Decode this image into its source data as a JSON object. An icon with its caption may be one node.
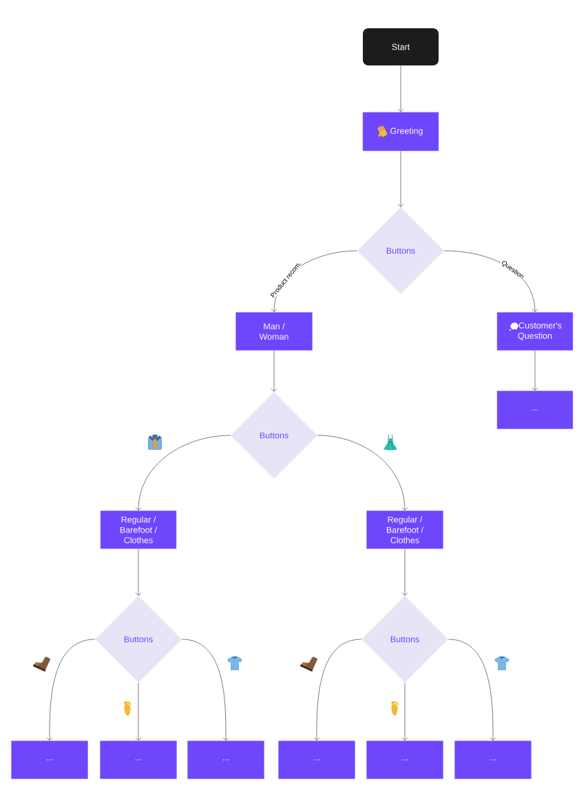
{
  "diagram": {
    "nodes": [
      {
        "text": [
          "Start"
        ]
      },
      {
        "text": [
          "Greeting"
        ]
      },
      {
        "text": [
          "Buttons"
        ]
      },
      {
        "text": [
          "Man / Woman"
        ]
      },
      {
        "text": [
          "Customer's Question"
        ]
      },
      {
        "text": [
          "..."
        ]
      },
      {
        "text": [
          "Buttons"
        ]
      },
      {
        "text": [
          "Regular / Barefoot / Clothes"
        ]
      },
      {
        "text": [
          "Regular / Barefoot / Clothes"
        ]
      },
      {
        "text": [
          "Buttons"
        ]
      },
      {
        "text": [
          "Buttons"
        ]
      },
      {
        "text": [
          "..."
        ]
      },
      {
        "text": [
          "..."
        ]
      },
      {
        "text": [
          "..."
        ]
      },
      {
        "text": [
          "..."
        ]
      },
      {
        "text": [
          "..."
        ]
      },
      {
        "text": [
          "..."
        ]
      }
    ],
    "edges": [
      {
        "from": 0,
        "to": 1,
        "arrow": "to"
      },
      {
        "from": 1,
        "to": 2,
        "arrow": "to"
      },
      {
        "from": 2,
        "to": 3,
        "arrow": "to",
        "label": "Product recom."
      },
      {
        "from": 2,
        "to": 4,
        "arrow": "to",
        "label": "Question"
      },
      {
        "from": 3,
        "to": 6,
        "arrow": "to"
      },
      {
        "from": 4,
        "to": 5,
        "arrow": "to"
      },
      {
        "from": 6,
        "to": 7,
        "arrow": "to"
      },
      {
        "from": 6,
        "to": 8,
        "arrow": "to"
      },
      {
        "from": 7,
        "to": 9,
        "arrow": "to"
      },
      {
        "from": 8,
        "to": 10,
        "arrow": "to"
      },
      {
        "from": 9,
        "to": 11,
        "arrow": "to"
      },
      {
        "from": 9,
        "to": 12,
        "arrow": "to"
      },
      {
        "from": 9,
        "to": 13,
        "arrow": "to"
      },
      {
        "from": 10,
        "to": 14,
        "arrow": "to"
      },
      {
        "from": 10,
        "to": 15,
        "arrow": "to"
      },
      {
        "from": 10,
        "to": 16,
        "arrow": "to"
      }
    ]
  }
}
